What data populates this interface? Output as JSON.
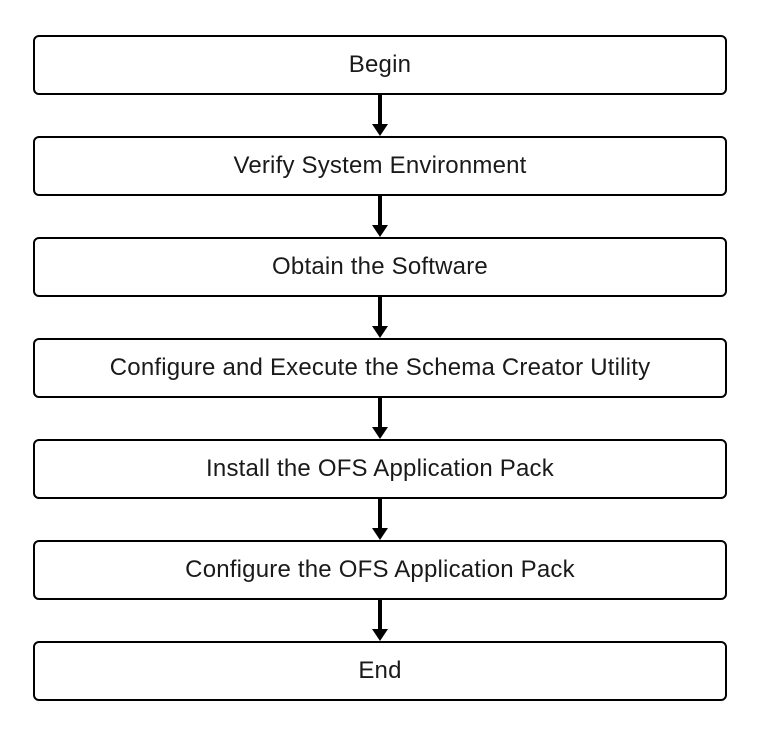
{
  "flowchart": {
    "type": "vertical-flowchart",
    "nodes": [
      {
        "id": "begin",
        "label": "Begin"
      },
      {
        "id": "verify-system-environment",
        "label": "Verify System Environment"
      },
      {
        "id": "obtain-the-software",
        "label": "Obtain the Software"
      },
      {
        "id": "configure-and-execute-schema-creator-utility",
        "label": "Configure and Execute the Schema Creator Utility"
      },
      {
        "id": "install-the-ofs-application-pack",
        "label": "Install the OFS Application Pack"
      },
      {
        "id": "configure-the-ofs-application-pack",
        "label": "Configure the OFS Application Pack"
      },
      {
        "id": "end",
        "label": "End"
      }
    ],
    "edges": [
      {
        "from": "begin",
        "to": "verify-system-environment",
        "direction": "down"
      },
      {
        "from": "verify-system-environment",
        "to": "obtain-the-software",
        "direction": "down"
      },
      {
        "from": "obtain-the-software",
        "to": "configure-and-execute-schema-creator-utility",
        "direction": "down"
      },
      {
        "from": "configure-and-execute-schema-creator-utility",
        "to": "install-the-ofs-application-pack",
        "direction": "down"
      },
      {
        "from": "install-the-ofs-application-pack",
        "to": "configure-the-ofs-application-pack",
        "direction": "down"
      },
      {
        "from": "configure-the-ofs-application-pack",
        "to": "end",
        "direction": "down"
      }
    ]
  },
  "colors": {
    "border": "#000000",
    "text": "#1a1a1a",
    "background": "#ffffff",
    "arrow": "#000000"
  }
}
